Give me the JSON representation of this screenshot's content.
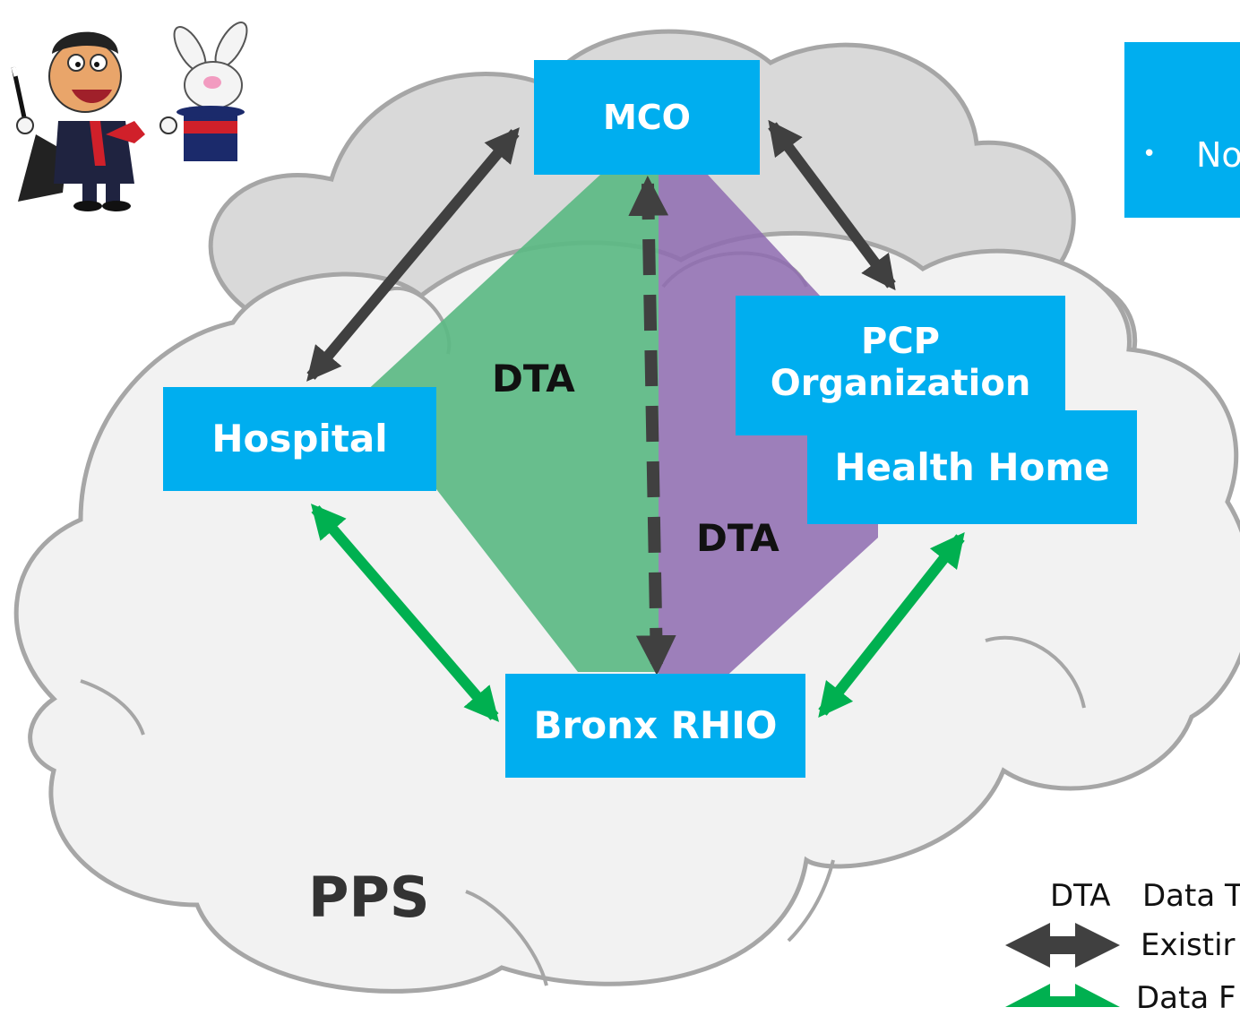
{
  "nodes": {
    "mco": "MCO",
    "hospital": "Hospital",
    "pcp_line1": "PCP",
    "pcp_line2": "Organization",
    "health_home": "Health Home",
    "bronx_rhio": "Bronx RHIO"
  },
  "region_labels": {
    "dta_left": "DTA",
    "dta_right": "DTA",
    "pps": "PPS"
  },
  "note_box": {
    "bullet": "•",
    "text": "No"
  },
  "legend": {
    "dta_abbrev": "DTA",
    "dta_desc": "Data T",
    "existing_label": "Existir",
    "data_label": "Data F"
  },
  "colors": {
    "node_fill": "#00aeef",
    "existing_arrow": "#404040",
    "data_arrow": "#00b050",
    "green_region": "#5cba84",
    "purple_region": "#8e6bb0",
    "cloud_outer": "#d8d8d8",
    "cloud_inner": "#f2f2f2",
    "cloud_stroke": "#a6a6a6"
  },
  "icons": [
    "magician-illustration",
    "rabbit-in-hat-illustration"
  ]
}
